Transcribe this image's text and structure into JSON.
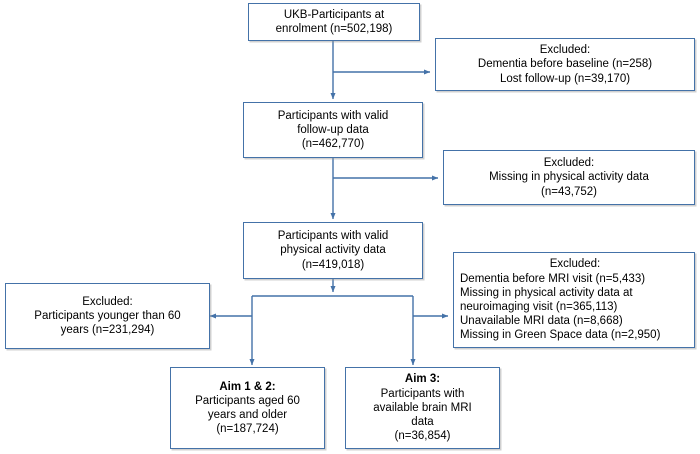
{
  "diagram": {
    "title": "UKB participant selection flowchart",
    "accent_color": "#4472a8",
    "border_color": "#4472a8",
    "background_color": "#ffffff",
    "text_color": "#000000"
  },
  "nodes": {
    "enrolment": {
      "lines": [
        "UKB-Participants at",
        "enrolment (n=502,198)"
      ]
    },
    "excluded_baseline": {
      "lines": [
        "Excluded:",
        "Dementia before baseline (n=258)",
        "Lost follow-up (n=39,170)"
      ]
    },
    "valid_followup": {
      "lines": [
        "Participants with valid",
        "follow-up data",
        "(n=462,770)"
      ]
    },
    "excluded_pa": {
      "lines": [
        "Excluded:",
        "Missing in physical activity data",
        "(n=43,752)"
      ]
    },
    "valid_pa": {
      "lines": [
        "Participants with valid",
        "physical activity data",
        "(n=419,018)"
      ]
    },
    "excluded_mri": {
      "lines": [
        "Excluded:",
        "Dementia before MRI visit (n=5,433)",
        "Missing in physical activity data at",
        "neuroimaging visit (n=365,113)",
        "Unavailable MRI data (n=8,668)",
        "Missing in Green Space data (n=2,950)"
      ]
    },
    "excluded_age": {
      "lines": [
        "Excluded:",
        "Participants younger than 60",
        "years (n=231,294)"
      ]
    },
    "aim12": {
      "heading": "Aim 1 & 2:",
      "lines": [
        "Participants aged 60",
        "years and older",
        "(n=187,724)"
      ]
    },
    "aim3": {
      "heading": "Aim 3:",
      "lines": [
        "Participants with",
        "available brain MRI",
        "data",
        "(n=36,854)"
      ]
    }
  }
}
